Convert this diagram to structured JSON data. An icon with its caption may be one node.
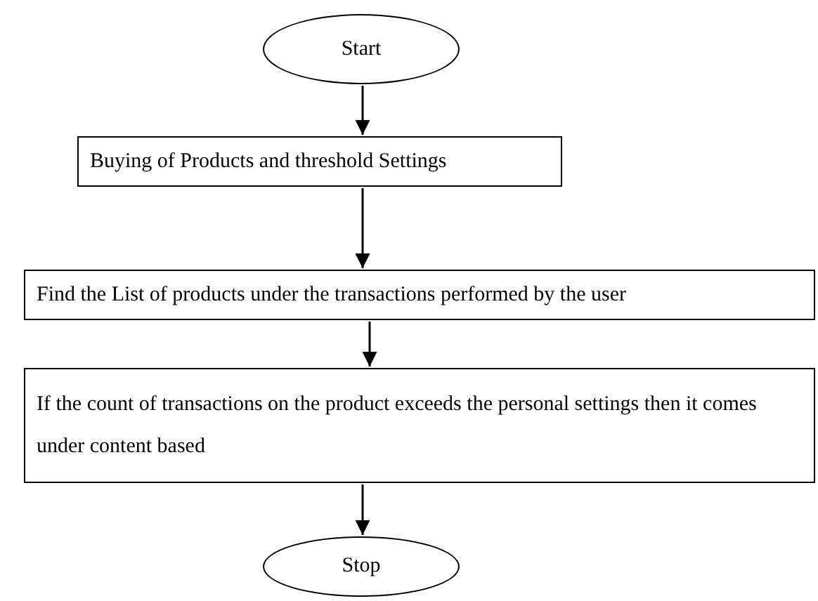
{
  "diagram": {
    "nodes": [
      {
        "text": [
          "Start"
        ]
      },
      {
        "text": [
          "Buying of Products and threshold Settings"
        ]
      },
      {
        "text": [
          "Find the List of products under the transactions performed by the user"
        ]
      },
      {
        "text": [
          "If the count of transactions on the product exceeds the personal settings then it comes under content based"
        ]
      },
      {
        "text": [
          "Stop"
        ]
      }
    ],
    "edges": [
      {
        "from": 0,
        "to": 1,
        "arrow": "to"
      },
      {
        "from": 1,
        "to": 2,
        "arrow": "to"
      },
      {
        "from": 2,
        "to": 3,
        "arrow": "to"
      },
      {
        "from": 3,
        "to": 4,
        "arrow": "to"
      }
    ]
  }
}
